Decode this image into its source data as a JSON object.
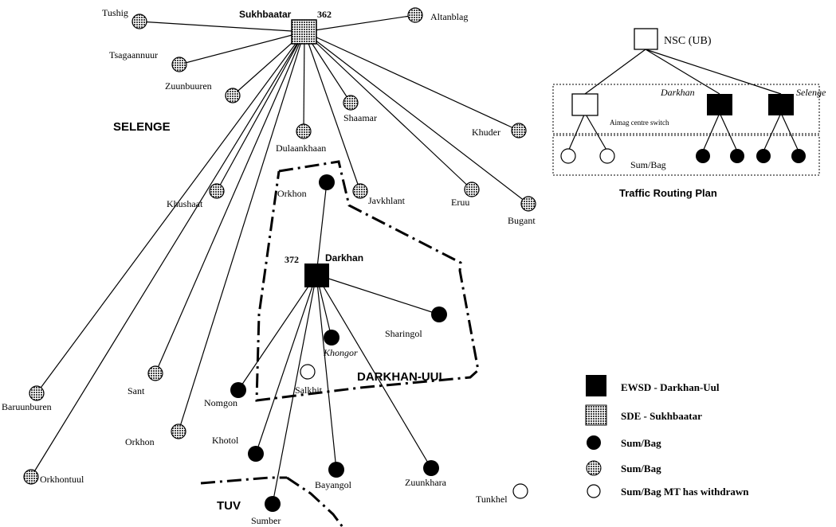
{
  "regions": {
    "selenge": "SELENGE",
    "darkhan_uul": "DARKHAN-UUL",
    "tuv": "TUV"
  },
  "hubs": {
    "sukhbaatar": {
      "name": "Sukhbaatar",
      "number": "362"
    },
    "darkhan": {
      "name": "Darkhan",
      "number": "372"
    }
  },
  "nodes": {
    "tushig": "Tushig",
    "altanblag": "Altanblag",
    "tsagaannuur": "Tsagaannuur",
    "zuunbuuren": "Zuunbuuren",
    "shaamar": "Shaamar",
    "dulaankhaan": "Dulaankhaan",
    "khuder": "Khuder",
    "khushaat": "Khushaat",
    "javkhlant": "Javkhlant",
    "eruu": "Eruu",
    "bugant": "Bugant",
    "orkhon_darkhan": "Orkhon",
    "sharingol": "Sharingol",
    "khongor": "Khongor",
    "salkhit": "Salkhit",
    "nomgon": "Nomgon",
    "sant": "Sant",
    "baruunburen": "Baruunburen",
    "orkhon_selenge": "Orkhon",
    "khotol": "Khotol",
    "bayangol": "Bayangol",
    "zuunkhara": "Zuunkhara",
    "sumber": "Sumber",
    "tunkhel": "Tunkhel",
    "orkhontuul": "Orkhontuul"
  },
  "routing_plan": {
    "title": "Traffic Routing Plan",
    "top": "NSC (UB)",
    "darkhan": "Darkhan",
    "selenge": "Selenge",
    "aimag_switch": "Aimag centre switch",
    "sum_bag": "Sum/Bag"
  },
  "legend": [
    {
      "symbol": "black-square",
      "label": "EWSD - Darkhan-Uul"
    },
    {
      "symbol": "hatched-square",
      "label": "SDE - Sukhbaatar"
    },
    {
      "symbol": "black-circle",
      "label": "Sum/Bag"
    },
    {
      "symbol": "hatched-circle",
      "label": "Sum/Bag"
    },
    {
      "symbol": "white-circle",
      "label": "Sum/Bag MT has withdrawn"
    }
  ],
  "colors": {
    "ink": "#000000",
    "hatch_fill": "#808080",
    "paper": "#ffffff"
  }
}
